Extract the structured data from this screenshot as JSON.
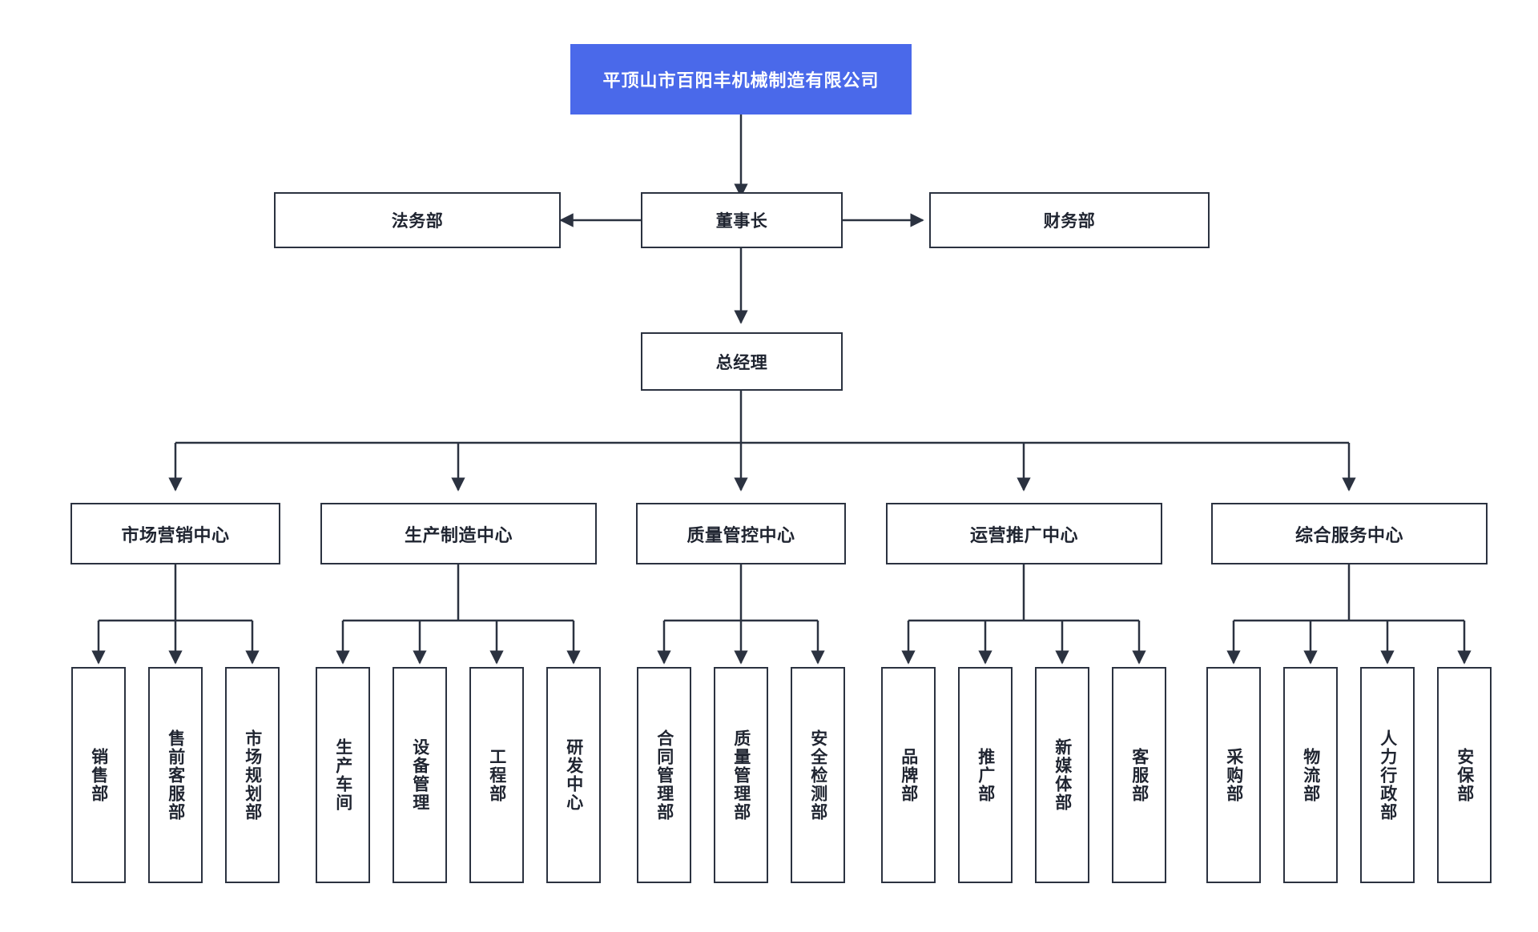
{
  "diagram": {
    "type": "org-chart",
    "title": "平顶山市百阳丰机械制造有限公司",
    "accent_color": "#4a69ea",
    "border_color": "#2b3240",
    "line_color": "#2b3240",
    "background_color": "#ffffff"
  },
  "root": {
    "label": "平顶山市百阳丰机械制造有限公司"
  },
  "executive": {
    "chairman": "董事长",
    "legal": "法务部",
    "finance": "财务部",
    "general_manager": "总经理"
  },
  "centers": [
    {
      "label": "市场营销中心",
      "departments": [
        "销售部",
        "售前客服部",
        "市场规划部"
      ]
    },
    {
      "label": "生产制造中心",
      "departments": [
        "生产车间",
        "设备管理",
        "工程部",
        "研发中心"
      ]
    },
    {
      "label": "质量管控中心",
      "departments": [
        "合同管理部",
        "质量管理部",
        "安全检测部"
      ]
    },
    {
      "label": "运营推广中心",
      "departments": [
        "品牌部",
        "推广部",
        "新媒体部",
        "客服部"
      ]
    },
    {
      "label": "综合服务中心",
      "departments": [
        "采购部",
        "物流部",
        "人力行政部",
        "安保部"
      ]
    }
  ]
}
